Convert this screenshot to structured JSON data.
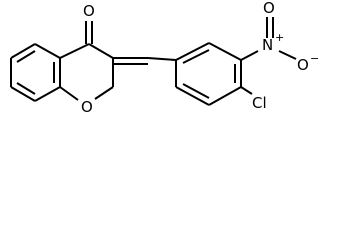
{
  "structure": {
    "atoms": {
      "carbonyl_oxygen": "O",
      "ring_oxygen": "O",
      "nitro_nitrogen": "N",
      "nitro_nitrogen_charge": "+",
      "nitro_oxygen_top": "O",
      "nitro_oxygen_right": "O",
      "nitro_oxygen_right_charge": "−",
      "chlorine": "Cl"
    },
    "colors": {
      "bond": "#000000",
      "background": "#ffffff"
    }
  }
}
